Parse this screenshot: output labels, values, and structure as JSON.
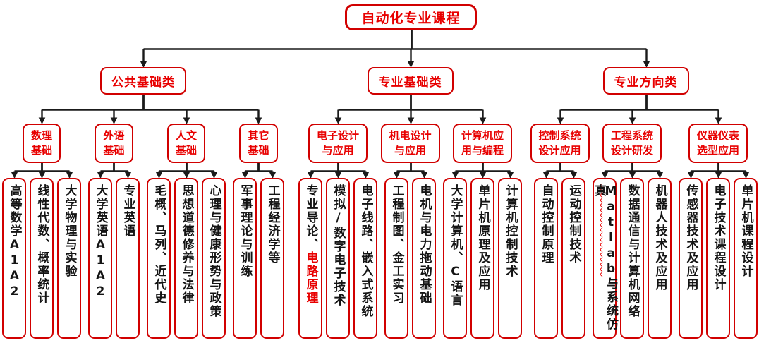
{
  "root": {
    "label": "自动化专业课程"
  },
  "colors": {
    "accent_red": "#e80000",
    "border_red": "#d10000",
    "line_black": "#1a1a1a",
    "course_text": "#141414"
  },
  "branches": [
    {
      "label": "公共基础类",
      "groups": [
        {
          "lines": [
            "数理",
            "基础"
          ],
          "courses": [
            "高等数学A1A2",
            "线性代数、概率统计",
            "大学物理与实验"
          ]
        },
        {
          "lines": [
            "外语",
            "基础"
          ],
          "courses": [
            "大学英语A1A2",
            "专业英语"
          ]
        },
        {
          "lines": [
            "人文",
            "基础"
          ],
          "courses": [
            "毛概、马列、近代史",
            "思想道德修养与法律",
            "心理与健康形势与政策"
          ]
        },
        {
          "lines": [
            "其它",
            "基础"
          ],
          "courses": [
            "军事理论与训练",
            "工程经济学等"
          ]
        }
      ]
    },
    {
      "label": "专业基础类",
      "groups": [
        {
          "lines": [
            "电子设计",
            "与应用"
          ],
          "courses": [
            {
              "segments": [
                {
                  "text": "专业导论、"
                },
                {
                  "text": "电路原理",
                  "style": "red"
                }
              ]
            },
            "模拟/数字电子技术",
            "电子线路、嵌入式系统"
          ]
        },
        {
          "lines": [
            "机电设计",
            "与应用"
          ],
          "courses": [
            "工程制图、金工实习",
            "电机与电力拖动基础"
          ]
        },
        {
          "lines": [
            "计算机应",
            "用与编程"
          ],
          "courses": [
            "大学计算机、C语言",
            "单片机原理及应用",
            "计算机控制技术"
          ]
        }
      ]
    },
    {
      "label": "专业方向类",
      "groups": [
        {
          "lines": [
            "控制系统",
            "设计应用"
          ],
          "courses": [
            "自动控制原理",
            "运动控制技术"
          ]
        },
        {
          "lines": [
            "工程系统",
            "设计研发"
          ],
          "courses": [
            {
              "segments": [
                {
                  "text": "Matlab",
                  "style": "misspelled"
                },
                {
                  "text": "与系统仿真"
                }
              ]
            },
            "数据通信与计算机网络",
            "机器人技术及应用"
          ]
        },
        {
          "lines": [
            "仪器仪表",
            "选型应用"
          ],
          "courses": [
            "传感器技术及应用",
            "电子技术课程设计",
            "单片机课程设计"
          ]
        }
      ]
    }
  ]
}
